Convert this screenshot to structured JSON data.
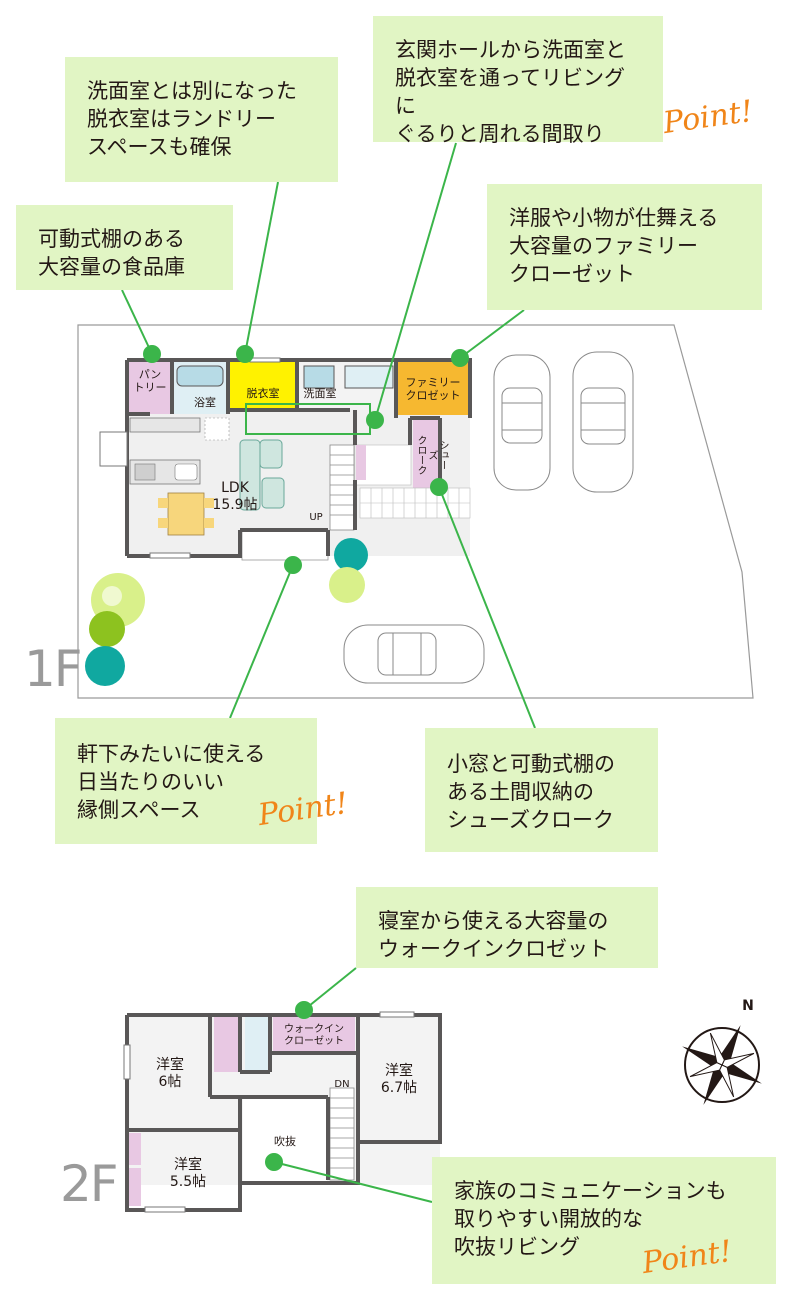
{
  "floors": {
    "first": "1F",
    "second": "2F"
  },
  "point_mark": "Point!",
  "callouts": {
    "laundry": "洗面室とは別になった\n脱衣室はランドリー\nスペースも確保",
    "entrance_loop": "玄関ホールから洗面室と\n脱衣室を通ってリビングに\nぐるりと周れる間取り",
    "pantry": "可動式棚のある\n大容量の食品庫",
    "family_closet": "洋服や小物が仕舞える\n大容量のファミリー\nクローゼット",
    "engawa": "軒下みたいに使える\n日当たりのいい\n縁側スペース",
    "shoe_cloak": "小窓と可動式棚の\nある土間収納の\nシューズクローク",
    "walk_in": "寝室から使える大容量の\nウォークインクロゼット",
    "fukinuke": "家族のコミュニケーションも\n取りやすい開放的な\n吹抜リビング"
  },
  "rooms_1f": {
    "pantry": "パン\nトリー",
    "bath": "浴室",
    "dressing": "脱衣室",
    "washroom": "洗面室",
    "family_closet": "ファミリー\nクロゼット",
    "shoe_cloak": "シュー\nズ\nクローク",
    "ldk": "LDK",
    "ldk_size": "15.9帖",
    "stairs_up": "UP"
  },
  "rooms_2f": {
    "room1": "洋室",
    "room1_size": "6帖",
    "walk_in": "ウォークイン\nクローゼット",
    "room2": "洋室",
    "room2_size": "6.7帖",
    "room3": "洋室",
    "room3_size": "5.5帖",
    "fukinuke": "吹抜",
    "stairs_dn": "DN"
  },
  "compass": {
    "north": "N"
  },
  "colors": {
    "callout_bg": "#e1f5c4",
    "leader": "#3bb54a",
    "wall": "#595757",
    "pantry": "#e8c8e3",
    "dressing": "#fff200",
    "family_closet": "#f6b830",
    "bath": "#b7dbe6",
    "point": "#f08519"
  }
}
